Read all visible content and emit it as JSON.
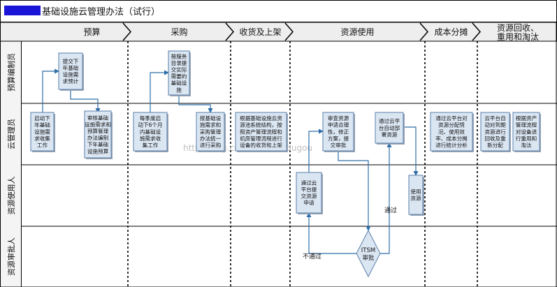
{
  "title": {
    "redacted_prefix": "",
    "text": "基础设施云管理办法（试行）"
  },
  "phases": [
    "预算",
    "采购",
    "收货及上架",
    "资源使用",
    "成本分摊",
    "资源回收、重用和淘汰"
  ],
  "lanes": [
    "预算编制员",
    "云管理员",
    "资源使用人",
    "资源审批人"
  ],
  "boxes": {
    "b1": [
      "启动下",
      "年基础",
      "设施需",
      "求收集",
      "工作"
    ],
    "b2": [
      "提交下",
      "年基础",
      "设施需",
      "求预计"
    ],
    "b3": [
      "审核基础",
      "设施需求和",
      "预算管理",
      "办法编制",
      "下年基础",
      "设施预算"
    ],
    "b4": [
      "每季度启",
      "动下6个月",
      "内基础设",
      "施需求收",
      "集工作"
    ],
    "b5": [
      "按服务",
      "目录提",
      "交实际",
      "需要的",
      "基础设",
      "施"
    ],
    "b6": [
      "按基础设",
      "施需求和",
      "采购管理",
      "办法统一",
      "进行采购"
    ],
    "b7": [
      "根据基础设施云资",
      "源池系统结构，按",
      "照资产管理流程和",
      "机房管理流程进行",
      "设备的收货和上架"
    ],
    "b8": [
      "通过云",
      "平台提",
      "交资源",
      "申请"
    ],
    "b9": [
      "审查资源",
      "申请合理",
      "性，修正",
      "方案，提",
      "交审批"
    ],
    "b10": [
      "通过云平",
      "台自动部",
      "署资源"
    ],
    "b11": [
      "使用",
      "资源"
    ],
    "b12": [
      "通过云平台对",
      "资源分配情",
      "况、使用效",
      "率、成本分摊",
      "进行统计分析"
    ],
    "b13": [
      "云平台自",
      "动对到期",
      "资源进行",
      "回收及重",
      "新分配"
    ],
    "b14": [
      "根据资产",
      "管理流程",
      "对设备进",
      "行重用和",
      "淘汰"
    ]
  },
  "decision": [
    "ITSM",
    "审批"
  ],
  "edge_labels": {
    "pass": "通过",
    "fail": "不通过"
  },
  "watermark": "http://blog.csdn.net/xiaodugou",
  "colors": {
    "box_fill": "#dbe6f3",
    "box_border": "#5a7fa8",
    "arrow": "#2f6ea8",
    "header_fill": "#eeeeee"
  }
}
